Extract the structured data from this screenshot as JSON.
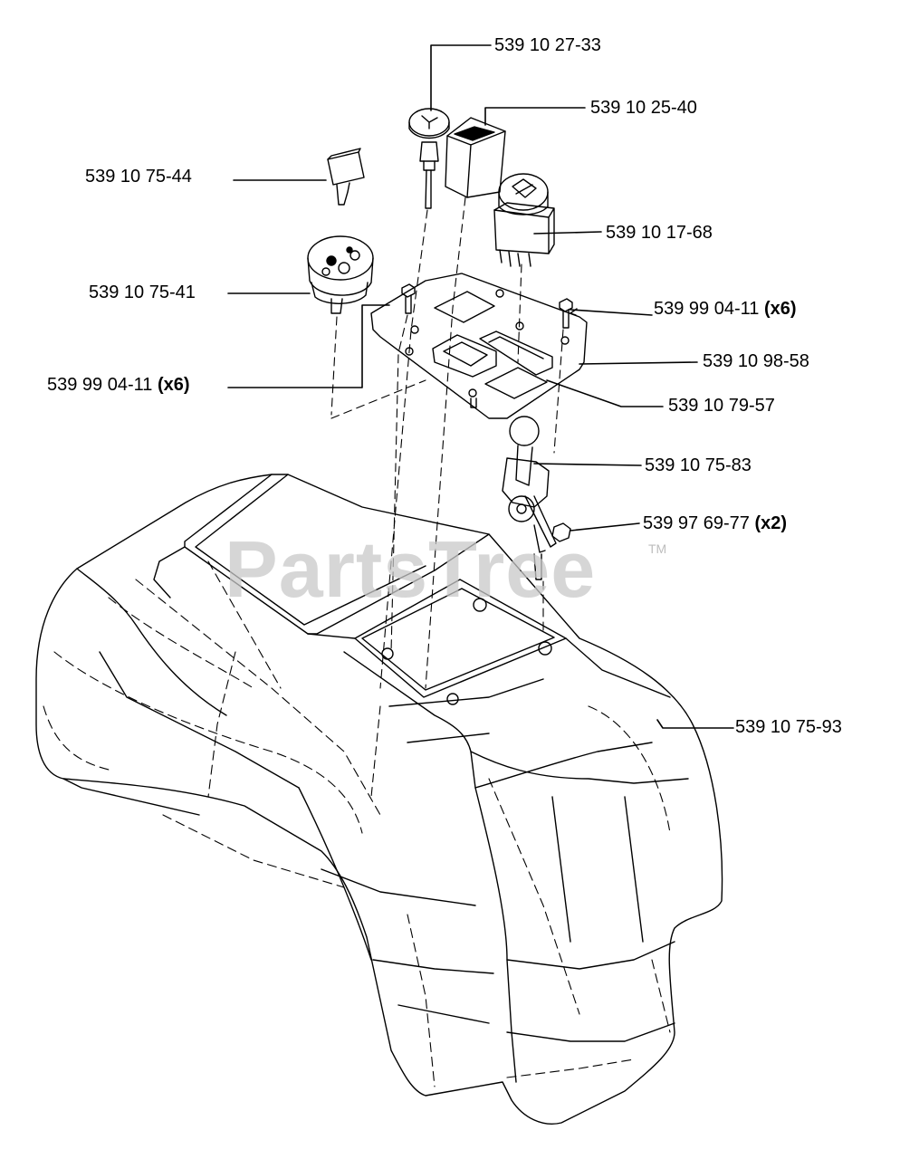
{
  "watermark": {
    "text": "PartsTree",
    "tm": "TM"
  },
  "callouts": [
    {
      "id": "key-switch-knob",
      "part": "539 10 27-33",
      "qty": ""
    },
    {
      "id": "switch-cover",
      "part": "539 10 25-40",
      "qty": ""
    },
    {
      "id": "key",
      "part": "539 10 75-44",
      "qty": ""
    },
    {
      "id": "pto-switch",
      "part": "539 10 17-68",
      "qty": ""
    },
    {
      "id": "ignition-switch",
      "part": "539 10 75-41",
      "qty": ""
    },
    {
      "id": "screw-right",
      "part": "539 99 04-11",
      "qty": "(x6)"
    },
    {
      "id": "control-plate",
      "part": "539 10 98-58",
      "qty": ""
    },
    {
      "id": "screw-left",
      "part": "539 99 04-11",
      "qty": "(x6)"
    },
    {
      "id": "decal",
      "part": "539 10 79-57",
      "qty": ""
    },
    {
      "id": "lever-assembly",
      "part": "539 10 75-83",
      "qty": ""
    },
    {
      "id": "nut",
      "part": "539 97 69-77",
      "qty": "(x2)"
    },
    {
      "id": "console-body",
      "part": "539 10 75-93",
      "qty": ""
    }
  ]
}
